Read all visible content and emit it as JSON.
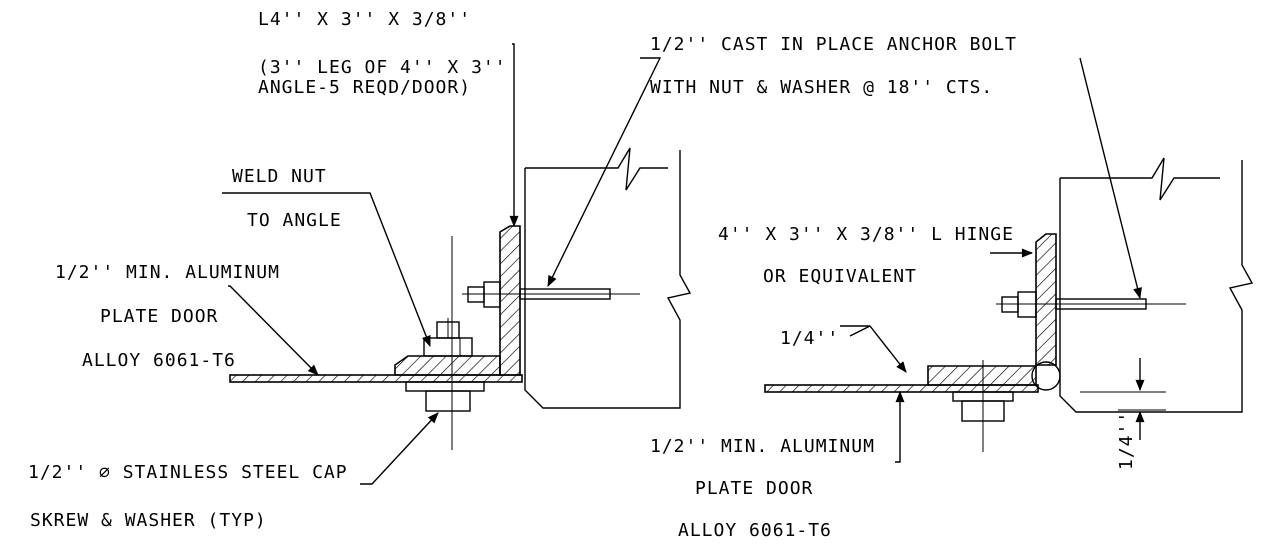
{
  "left_detail": {
    "angle_callout": {
      "line1": "L4'' X 3'' X 3/8''",
      "line2": "(3'' LEG OF 4'' X 3''",
      "line3": "ANGLE-5 REQD/DOOR)"
    },
    "weld_callout": {
      "line1": "WELD NUT",
      "line2": "TO ANGLE"
    },
    "plate_callout": {
      "line1": "1/2'' MIN. ALUMINUM",
      "line2": "PLATE DOOR",
      "line3": "ALLOY 6061-T6"
    },
    "screw_callout": {
      "line1": "1/2'' ⌀ STAINLESS STEEL CAP",
      "line2": "SKREW & WASHER (TYP)"
    }
  },
  "anchor_callout": {
    "line1": "1/2'' CAST IN PLACE ANCHOR BOLT",
    "line2": "WITH NUT & WASHER @ 18'' CTS."
  },
  "right_detail": {
    "hinge_callout": {
      "line1": "4'' X 3'' X 3/8'' L HINGE",
      "line2": "OR EQUIVALENT"
    },
    "weld_symbol": "1/4''",
    "plate_callout": {
      "line1": "1/2'' MIN. ALUMINUM",
      "line2": "PLATE DOOR",
      "line3": "ALLOY 6061-T6"
    },
    "gap_dimension": "1/4''"
  }
}
